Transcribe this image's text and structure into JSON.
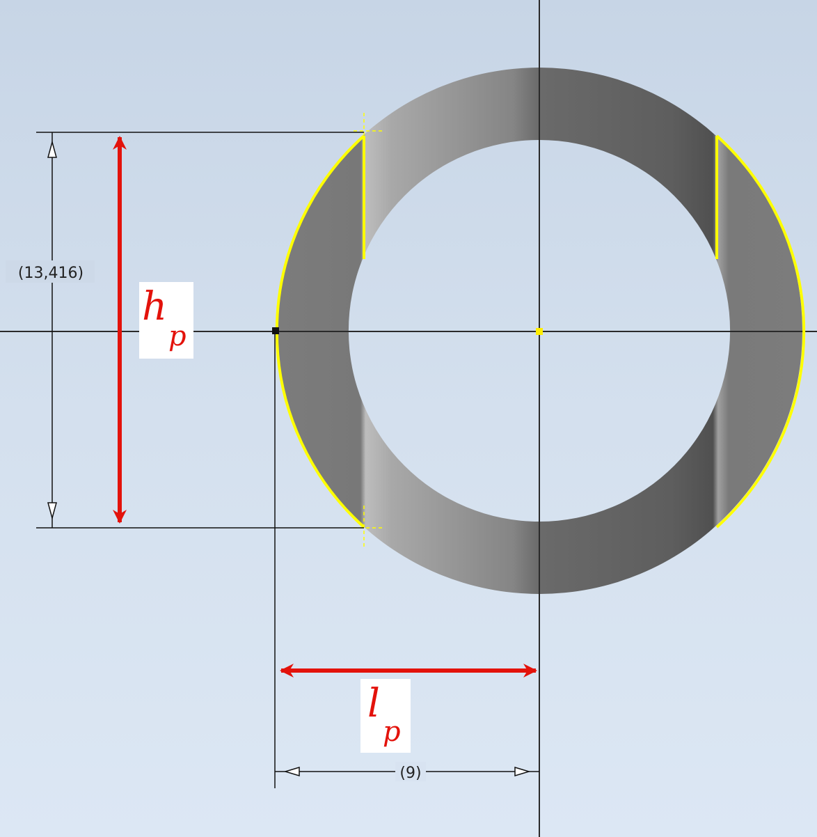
{
  "diagram": {
    "vertical_dimension": {
      "text": "(13,416)"
    },
    "horizontal_dimension": {
      "text": "(9)"
    },
    "labels": {
      "height": {
        "main": "h",
        "sub": "p"
      },
      "length": {
        "main": "l",
        "sub": "p"
      }
    },
    "colors": {
      "background_top": "#c7d5e6",
      "background_bottom": "#dce7f4",
      "ring": "#7a7a7a",
      "highlight": "#ffff00",
      "annotation_arrow": "#e3120b",
      "dimension_line": "#111111"
    }
  }
}
